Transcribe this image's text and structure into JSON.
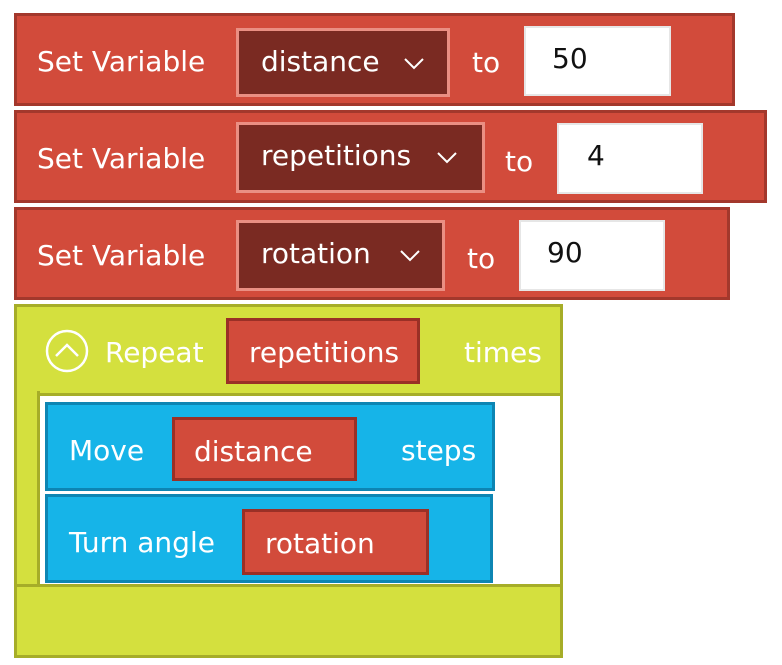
{
  "colors": {
    "set_variable_fill": "#d24b3b",
    "set_variable_border": "#a3382c",
    "dropdown_fill": "#7a2a22",
    "dropdown_border": "#ea8f83",
    "repeat_fill": "#d4e03e",
    "repeat_border": "#a6ad28",
    "motion_fill": "#16b4e8",
    "motion_border": "#0d85b3"
  },
  "set_variable_blocks": [
    {
      "label": "Set Variable",
      "variable": "distance",
      "to_label": "to",
      "value": "50"
    },
    {
      "label": "Set Variable",
      "variable": "repetitions",
      "to_label": "to",
      "value": "4"
    },
    {
      "label": "Set Variable",
      "variable": "rotation",
      "to_label": "to",
      "value": "90"
    }
  ],
  "repeat_block": {
    "collapse_icon": "chevron-up-circle-icon",
    "label": "Repeat",
    "count_variable": "repetitions",
    "suffix": "times",
    "children": [
      {
        "label": "Move",
        "variable": "distance",
        "suffix": "steps"
      },
      {
        "label": "Turn angle",
        "variable": "rotation"
      }
    ]
  },
  "icons": {
    "dropdown": "chevron-down-icon"
  }
}
